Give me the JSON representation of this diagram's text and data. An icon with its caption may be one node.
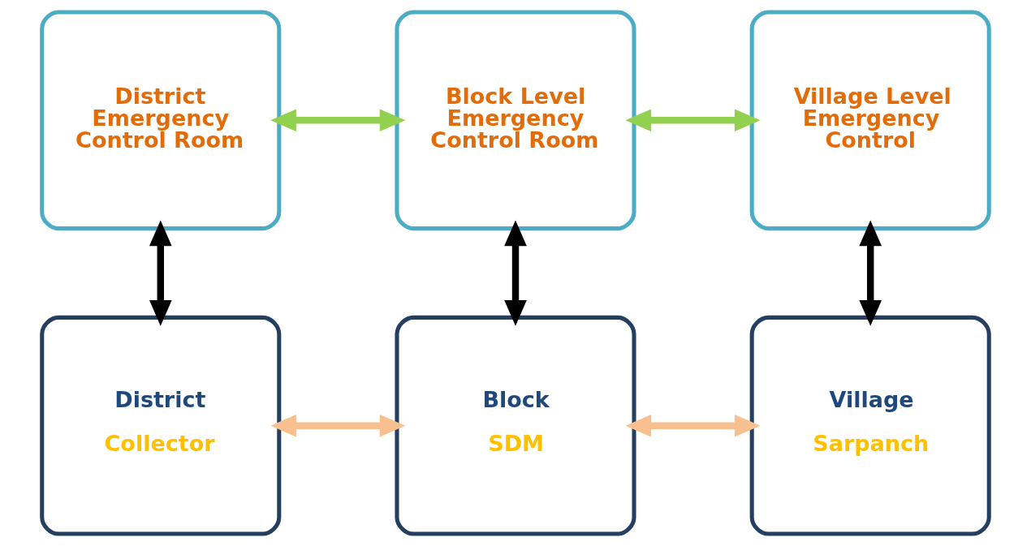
{
  "diagram": {
    "nodes": [
      {
        "text": [
          "District Emergency Control Room"
        ]
      },
      {
        "text": [
          "Block Level Emergency Control Room"
        ]
      },
      {
        "text": [
          "Village Level Emergency Control"
        ]
      },
      {
        "text": [
          "District",
          "Collector"
        ]
      },
      {
        "text": [
          "Block",
          "SDM"
        ]
      },
      {
        "text": [
          "Village",
          "Sarpanch"
        ]
      }
    ],
    "edges": [
      {
        "from": 0,
        "to": 1,
        "arrow": "both",
        "color": "#92d050"
      },
      {
        "from": 1,
        "to": 2,
        "arrow": "both",
        "color": "#92d050"
      },
      {
        "from": 0,
        "to": 3,
        "arrow": "both"
      },
      {
        "from": 1,
        "to": 4,
        "arrow": "both"
      },
      {
        "from": 2,
        "to": 5,
        "arrow": "both"
      },
      {
        "from": 3,
        "to": 4,
        "arrow": "both",
        "color": "#f8c08f"
      },
      {
        "from": 4,
        "to": 5,
        "arrow": "both",
        "color": "#f8c08f"
      }
    ]
  }
}
